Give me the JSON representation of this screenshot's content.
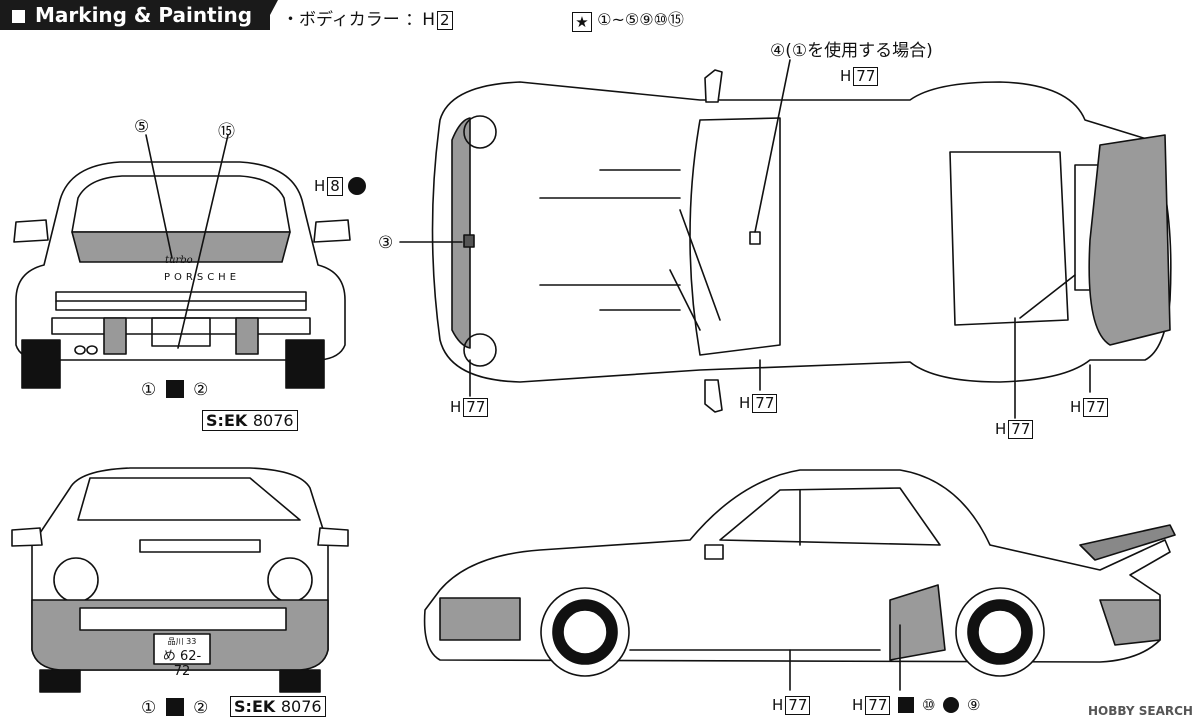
{
  "header": {
    "title": "Marking & Painting"
  },
  "body_color": {
    "label": "・ボディカラー ：H",
    "code": "2"
  },
  "decal_note": {
    "symbol": "★",
    "numbers": "①~⑤⑨⑩⑮"
  },
  "rear_view": {
    "callout_a": "⑤",
    "callout_b": "⑮",
    "mirror_code_prefix": "H",
    "mirror_code": "8",
    "decal_left": "①",
    "decal_right": "②",
    "plate_prefix": "S",
    "plate_mid": "EK",
    "plate_num": "8076",
    "badge": "PORSCHE",
    "script": "turbo"
  },
  "top_view": {
    "note": "④(①を使用する場合)",
    "callout_3": "③",
    "codes": [
      {
        "prefix": "H",
        "code": "77"
      },
      {
        "prefix": "H",
        "code": "77"
      },
      {
        "prefix": "H",
        "code": "77"
      },
      {
        "prefix": "H",
        "code": "77"
      },
      {
        "prefix": "H",
        "code": "77"
      }
    ]
  },
  "front_view": {
    "plate_line1": "品川 33",
    "plate_line2": "め 62-72",
    "decal_left": "①",
    "decal_right": "②",
    "plate_prefix": "S",
    "plate_mid": "EK",
    "plate_num": "8076"
  },
  "side_view": {
    "code_a_prefix": "H",
    "code_a": "77",
    "code_b_prefix": "H",
    "code_b": "77",
    "decal_a": "⑩",
    "decal_b": "⑨"
  },
  "watermark": {
    "text": "HOBBY SEARCH"
  }
}
